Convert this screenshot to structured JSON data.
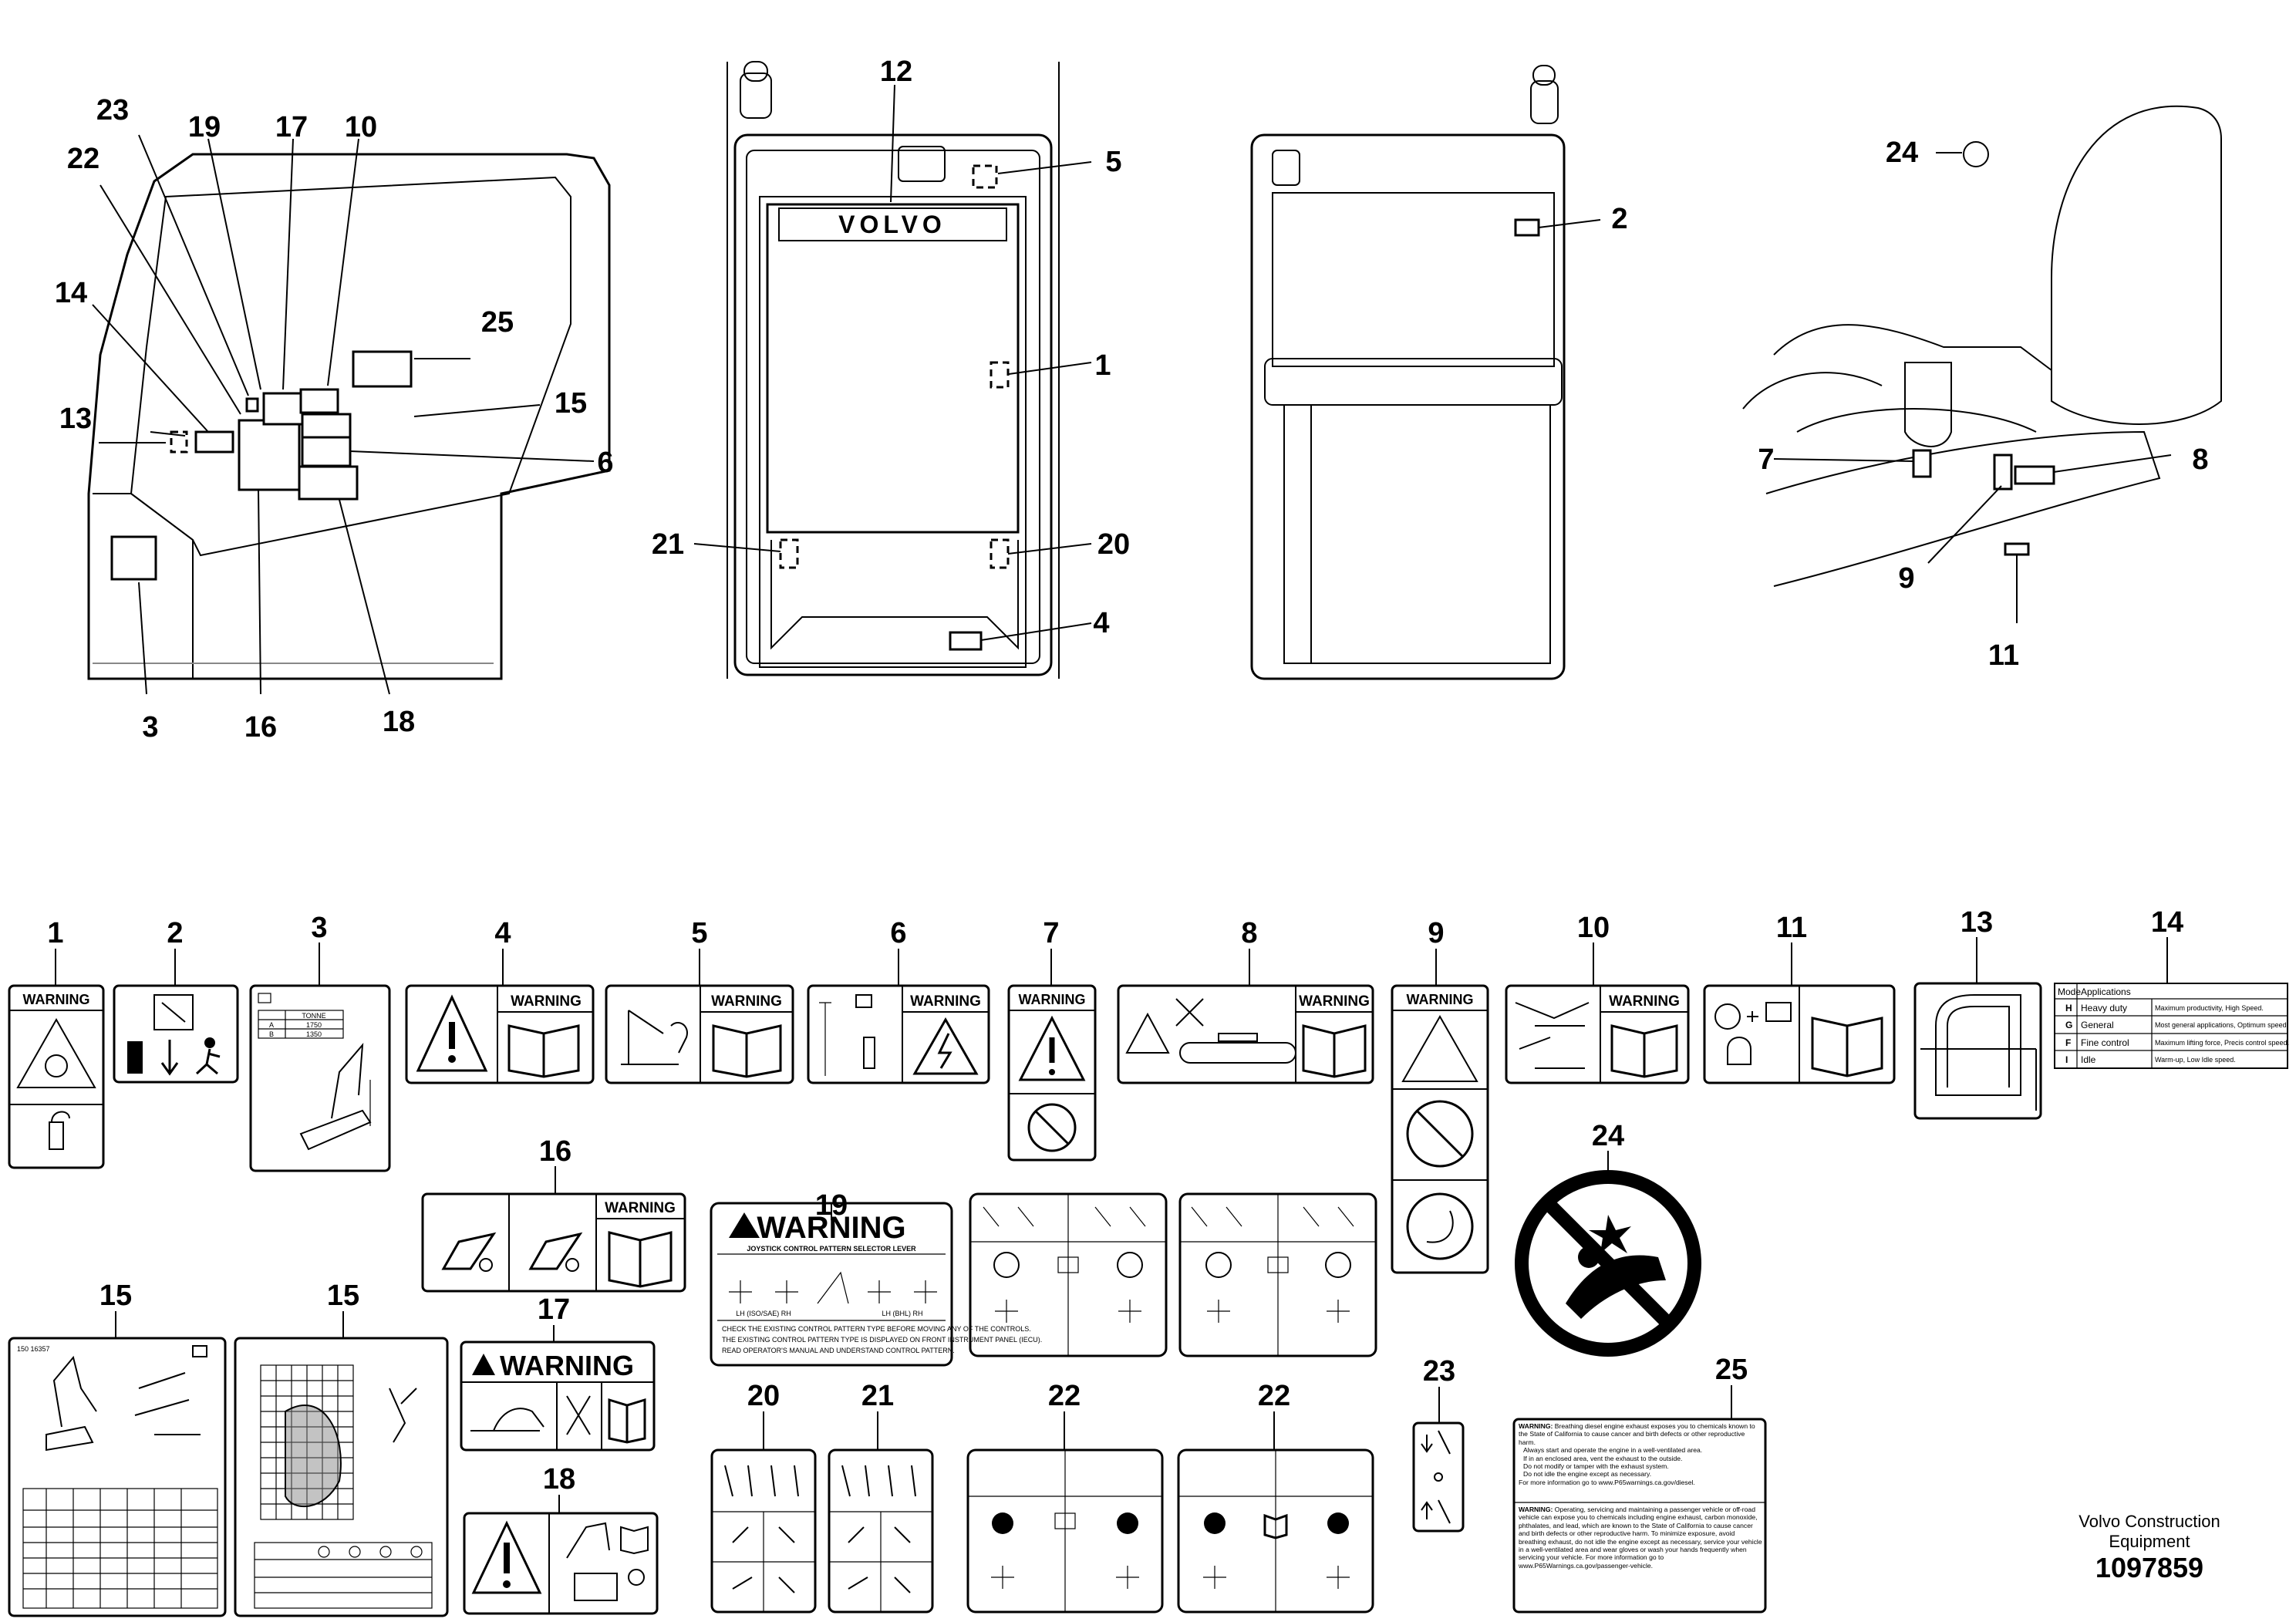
{
  "callouts": [
    "1",
    "2",
    "3",
    "4",
    "5",
    "6",
    "7",
    "8",
    "9",
    "10",
    "11",
    "12",
    "13",
    "14",
    "15",
    "16",
    "17",
    "18",
    "19",
    "20",
    "21",
    "22",
    "23",
    "24",
    "25"
  ],
  "warning_word": "WARNING",
  "cab_logo": "VOLVO",
  "decal_19": {
    "subtitle": "JOYSTICK CONTROL PATTERN SELECTOR LEVER",
    "patterns": [
      "LH (ISO/SAE) RH",
      "LH (BHL) RH"
    ],
    "notes": [
      "CHECK THE EXISTING CONTROL PATTERN TYPE BEFORE MOVING ANY OF THE CONTROLS.",
      "THE EXISTING CONTROL PATTERN TYPE IS DISPLAYED ON FRONT INSTRUMENT PANEL (IECU).",
      "READ OPERATOR'S MANUAL AND UNDERSTAND CONTROL PATTERN."
    ]
  },
  "decal_3": {
    "header": "TONNE",
    "rows": [
      [
        "A",
        "1750"
      ],
      [
        "B",
        "1350"
      ]
    ]
  },
  "decal_14": {
    "headers": [
      "Mode",
      "Applications"
    ],
    "rows": [
      [
        "H",
        "Heavy duty",
        "Maximum productivity, High Speed."
      ],
      [
        "G",
        "General",
        "Most general applications, Optimum speed."
      ],
      [
        "F",
        "Fine control",
        "Maximum lifting force, Precis control speed."
      ],
      [
        "I",
        "Idle",
        "Warm-up, Low Idle speed."
      ]
    ]
  },
  "decal_15": {
    "part_no": "150 16357"
  },
  "decal_25": {
    "para1_title": "WARNING:",
    "para1": "Breathing diesel engine exhaust exposes you to chemicals known to the State of California to cause cancer and birth defects or other reproductive harm.",
    "bullets": [
      "Always start and operate the engine in a well-ventilated area.",
      "If in an enclosed area, vent the exhaust to the outside.",
      "Do not modify or tamper with the exhaust system.",
      "Do not idle the engine except as necessary."
    ],
    "para1_more": "For more information go to www.P65warnings.ca.gov/diesel.",
    "para2_title": "WARNING:",
    "para2": "Operating, servicing and maintaining a passenger vehicle or off-road vehicle can expose you to chemicals including engine exhaust, carbon monoxide, phthalates, and lead, which are known to the State of California to cause cancer and birth defects or other reproductive harm. To minimize exposure, avoid breathing exhaust, do not idle the engine except as necessary, service your vehicle in a well-ventilated area and wear gloves or wash your hands frequently when servicing your vehicle. For more information go to www.P65Warnings.ca.gov/passenger-vehicle."
  },
  "footer": {
    "brand_line1": "Volvo Construction",
    "brand_line2": "Equipment",
    "doc_number": "1097859"
  },
  "colors": {
    "ink": "#000000",
    "paper": "#ffffff",
    "shade": "#888888"
  }
}
